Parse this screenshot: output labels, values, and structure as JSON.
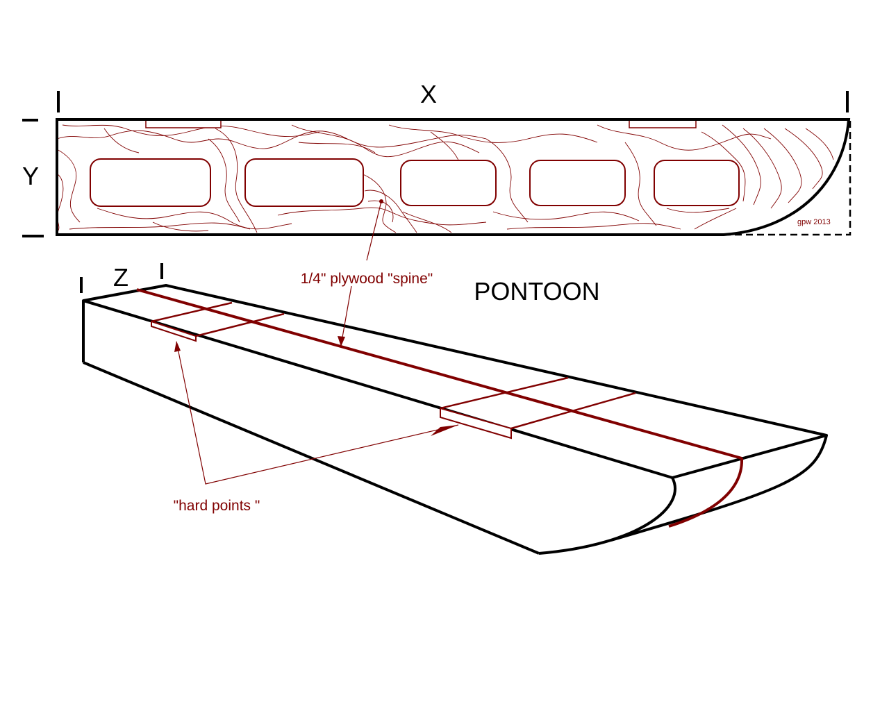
{
  "labels": {
    "x": "X",
    "y": "Y",
    "z": "Z",
    "title": "PONTOON",
    "spine": "1/4\" plywood \"spine\"",
    "hard_points": "\"hard points \"",
    "credit": "gpw 2013"
  },
  "colors": {
    "outline": "#000000",
    "accent": "#800000",
    "background": "#ffffff"
  }
}
